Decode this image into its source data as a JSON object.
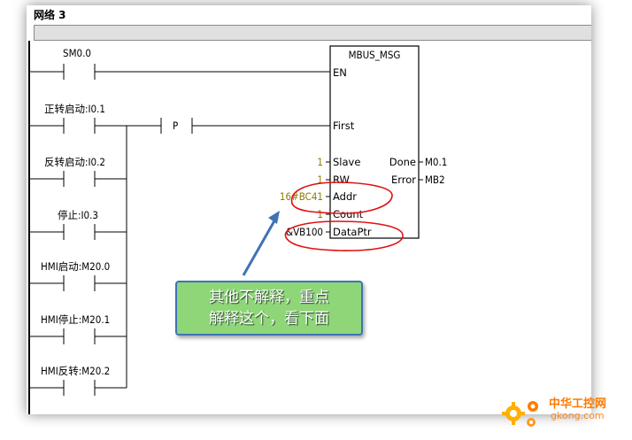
{
  "network": {
    "title": "网络 3"
  },
  "contacts": [
    {
      "label": "SM0.0"
    },
    {
      "label": "正转启动:I0.1"
    },
    {
      "label": "反转启动:I0.2"
    },
    {
      "label": "停止:I0.3"
    },
    {
      "label": "HMI启动:M20.0"
    },
    {
      "label": "HMI停止:M20.1"
    },
    {
      "label": "HMI反转:M20.2"
    }
  ],
  "edge_contact": {
    "label": "P"
  },
  "block": {
    "name": "MBUS_MSG",
    "inputs": [
      {
        "pin": "EN",
        "value": ""
      },
      {
        "pin": "First",
        "value": ""
      },
      {
        "pin": "Slave",
        "value": "1"
      },
      {
        "pin": "RW",
        "value": "1"
      },
      {
        "pin": "Addr",
        "value": "16#BC41"
      },
      {
        "pin": "Count",
        "value": "1"
      },
      {
        "pin": "DataPtr",
        "value": "&VB100"
      }
    ],
    "outputs": [
      {
        "pin": "Done",
        "value": "M0.1"
      },
      {
        "pin": "Error",
        "value": "MB2"
      }
    ]
  },
  "callout": {
    "line1": "其他不解释，重点",
    "line2": "解释这个，看下面"
  },
  "watermark": {
    "title": "中华工控网",
    "url": "gkong.com"
  },
  "colors": {
    "annotation_red": "#e01010",
    "callout_fill": "#8fd679",
    "callout_border": "#3f73b5",
    "watermark": "#ff7a00"
  }
}
